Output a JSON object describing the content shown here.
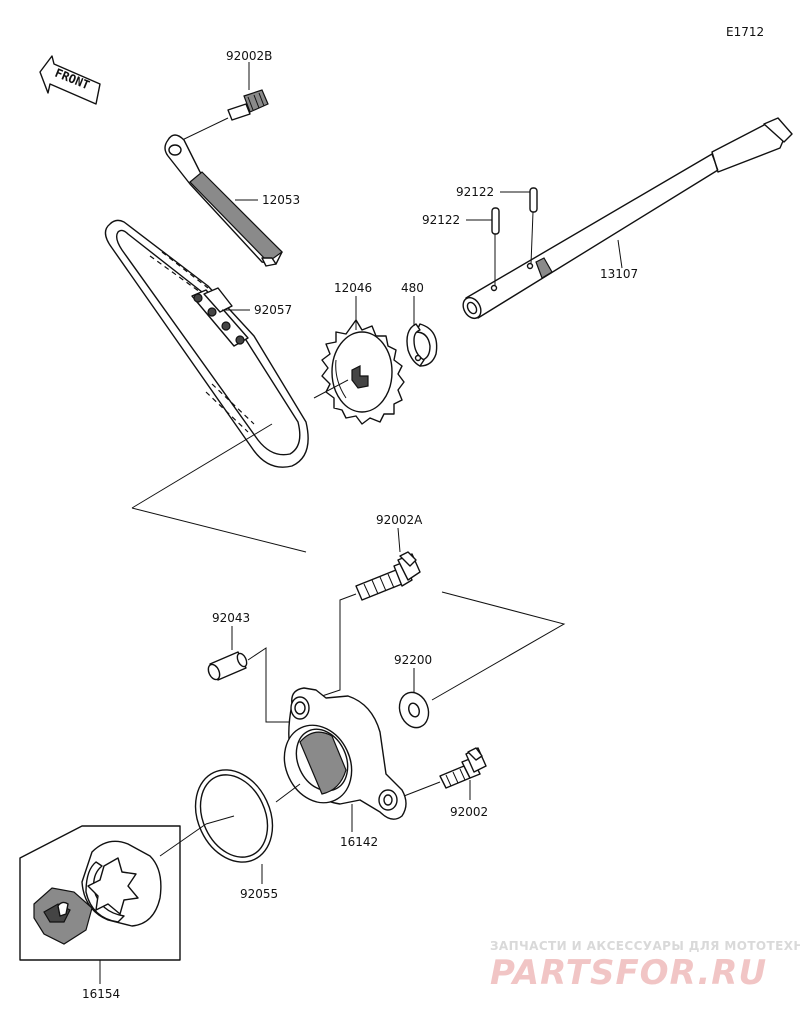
{
  "diagram_code": "E1712",
  "front_label": "FRONT",
  "labels": {
    "p92002B": "92002B",
    "p12053": "12053",
    "p92057": "92057",
    "p12046": "12046",
    "p480": "480",
    "p92122a": "92122",
    "p92122b": "92122",
    "p13107": "13107",
    "p92002A": "92002A",
    "p92043": "92043",
    "p92200": "92200",
    "p92002": "92002",
    "p16142": "16142",
    "p92055": "92055",
    "p16154": "16154"
  },
  "watermark": {
    "tagline": "ЗАПЧАСТИ И АКСЕССУАРЫ ДЛЯ МОТОТЕХНИКИ",
    "brand": "PARTSFOR.RU"
  }
}
